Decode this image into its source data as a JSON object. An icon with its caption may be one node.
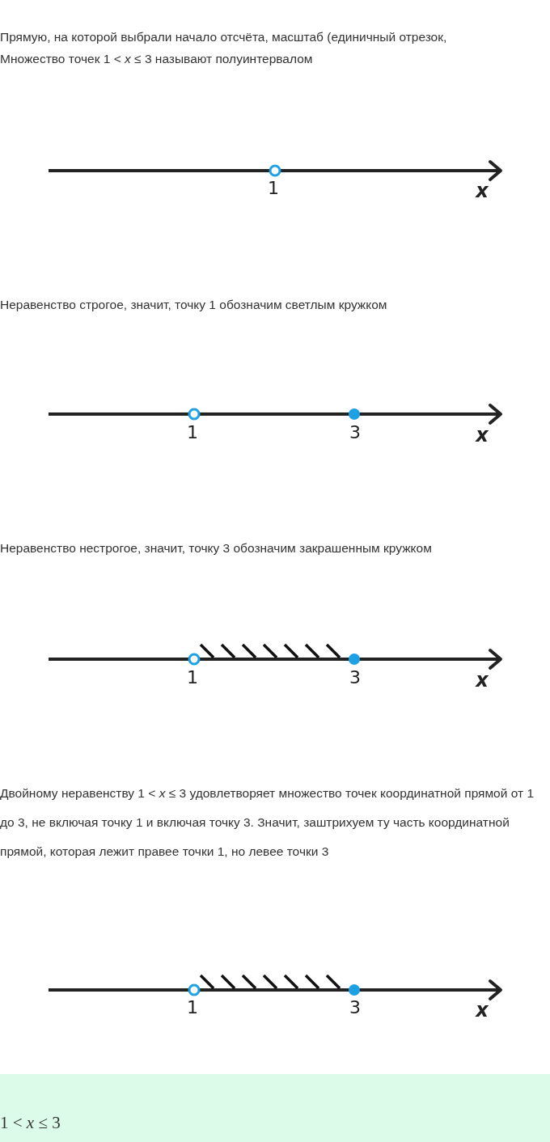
{
  "diagram": {
    "labels": [
      "Прямую, на которой выбрали начало отсчёта, масштаб (единичный отрезок,",
      "Множество точек 1 < *x* ≤ 3 называют полуинтервалом",
      "1",
      "x",
      "Неравенство строгое, значит, точку 1 обозначим светлым кружком",
      "1",
      "3",
      "x",
      "Неравенство нестрогое, значит, точку 3 обозначим закрашенным кружком",
      "1",
      "3",
      "x",
      "Двойному неравенству 1 < *x* ≤ 3 удовлетворяет множество точек координатной прямой от 1 до 3, не включая точку 1 и включая точку 3. Значит, заштрихуем ту часть координатной прямой, которая лежит правее точки 1, но левее точки 3",
      "1",
      "3",
      "x",
      "1 < *x* ≤ 3"
    ]
  }
}
